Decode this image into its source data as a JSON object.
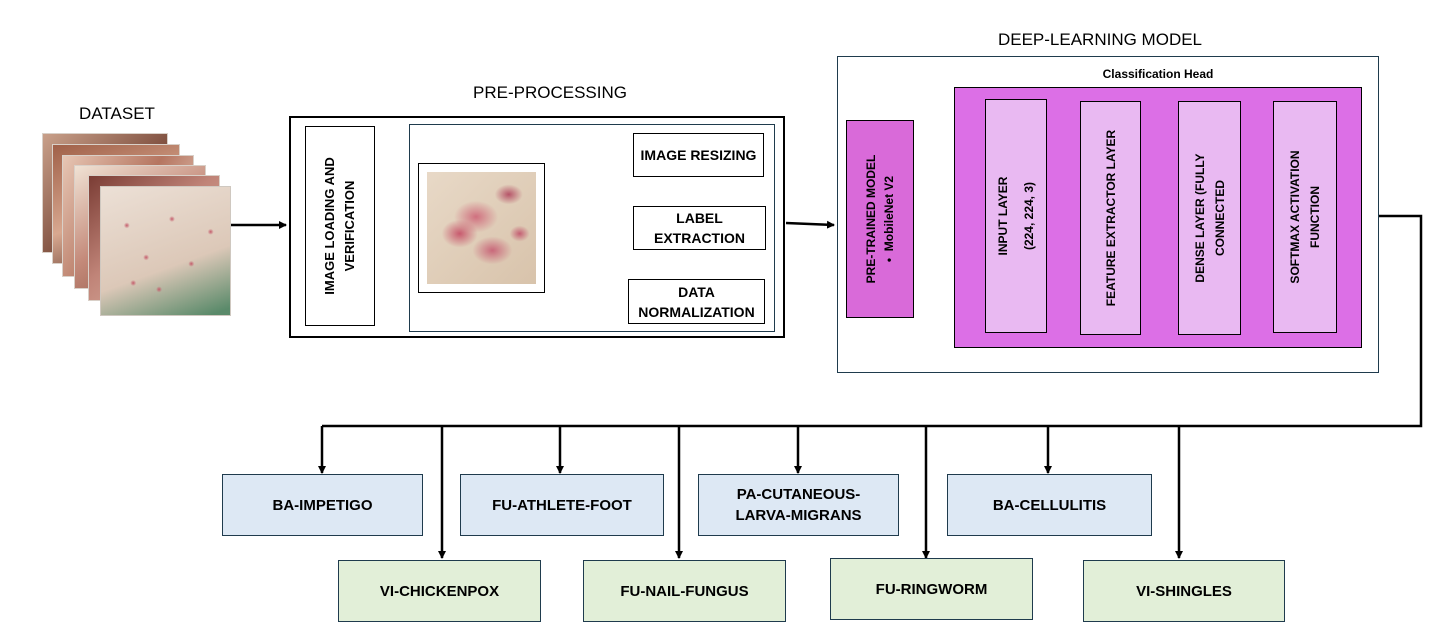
{
  "dataset": {
    "title": "DATASET"
  },
  "preprocessing": {
    "title": "PRE-PROCESSING",
    "loading_step": "IMAGE LOADING AND VERIFICATION",
    "steps": [
      "IMAGE RESIZING",
      "LABEL EXTRACTION",
      "DATA NORMALIZATION"
    ]
  },
  "model": {
    "title": "DEEP-LEARNING MODEL",
    "pretrained_title": "PRE-TRAINED MODEL",
    "pretrained_item": "MobileNet V2",
    "head_title": "Classification Head",
    "layers": [
      {
        "line1": "INPUT LAYER",
        "line2": "(224, 224, 3)"
      },
      {
        "line1": "FEATURE EXTRACTOR LAYER",
        "line2": ""
      },
      {
        "line1": "DENSE LAYER (FULLY",
        "line2": "CONNECTED"
      },
      {
        "line1": "SOFTMAX ACTIVATION",
        "line2": "FUNCTION"
      }
    ]
  },
  "classes": {
    "top": [
      "BA-IMPETIGO",
      "FU-ATHLETE-FOOT",
      "PA-CUTANEOUS-LARVA-MIGRANS",
      "BA-CELLULITIS"
    ],
    "top_wrapped": {
      "line1": "PA-CUTANEOUS-",
      "line2": "LARVA-MIGRANS"
    },
    "bottom": [
      "VI-CHICKENPOX",
      "FU-NAIL-FUNGUS",
      "FU-RINGWORM",
      "VI-SHINGLES"
    ]
  },
  "colors": {
    "model_pink": "#dc6fe6",
    "layer_pink": "#e9b9f2",
    "class_blue": "#dde8f4",
    "class_green": "#e2efd8"
  }
}
